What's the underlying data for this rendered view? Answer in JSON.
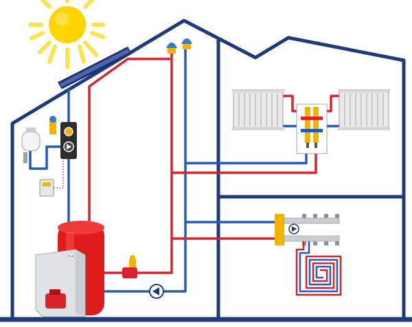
{
  "diagram": {
    "boiler_badge": "334",
    "colors": {
      "house_outline": "#1f3a7a",
      "hot_pipe": "#d8232a",
      "cold_pipe": "#2459b5",
      "sun": "#ffd400",
      "sun_rays": "#ffe34d",
      "tank": "#e01b1b",
      "valve_yellow": "#f2b400",
      "radiator": "#e9e9e9",
      "collector": "#1e2e6a",
      "air_vent_cap": "#2f7bd6",
      "boiler_body": "#dfe3e6",
      "floor_coil_red": "#d8232a",
      "floor_coil_blue": "#2459b5"
    },
    "components": [
      {
        "name": "sun",
        "icon": "sun-icon"
      },
      {
        "name": "solar-collector",
        "icon": "solar-panel-icon"
      },
      {
        "name": "expansion-vessel",
        "icon": "vessel-icon"
      },
      {
        "name": "solar-pump-station",
        "icon": "pump-station-icon"
      },
      {
        "name": "solar-controller",
        "icon": "controller-icon"
      },
      {
        "name": "hot-water-tank",
        "icon": "tank-icon"
      },
      {
        "name": "boiler",
        "icon": "boiler-icon"
      },
      {
        "name": "circulation-pump",
        "icon": "pump-icon"
      },
      {
        "name": "three-way-valve",
        "icon": "valve-icon"
      },
      {
        "name": "air-vent",
        "icon": "air-vent-icon"
      },
      {
        "name": "radiator-left",
        "icon": "radiator-icon"
      },
      {
        "name": "radiator-right",
        "icon": "radiator-icon"
      },
      {
        "name": "radiator-manifold",
        "icon": "manifold-icon"
      },
      {
        "name": "floor-heating-manifold",
        "icon": "manifold-icon"
      },
      {
        "name": "floor-heating-coil",
        "icon": "coil-icon"
      }
    ]
  }
}
